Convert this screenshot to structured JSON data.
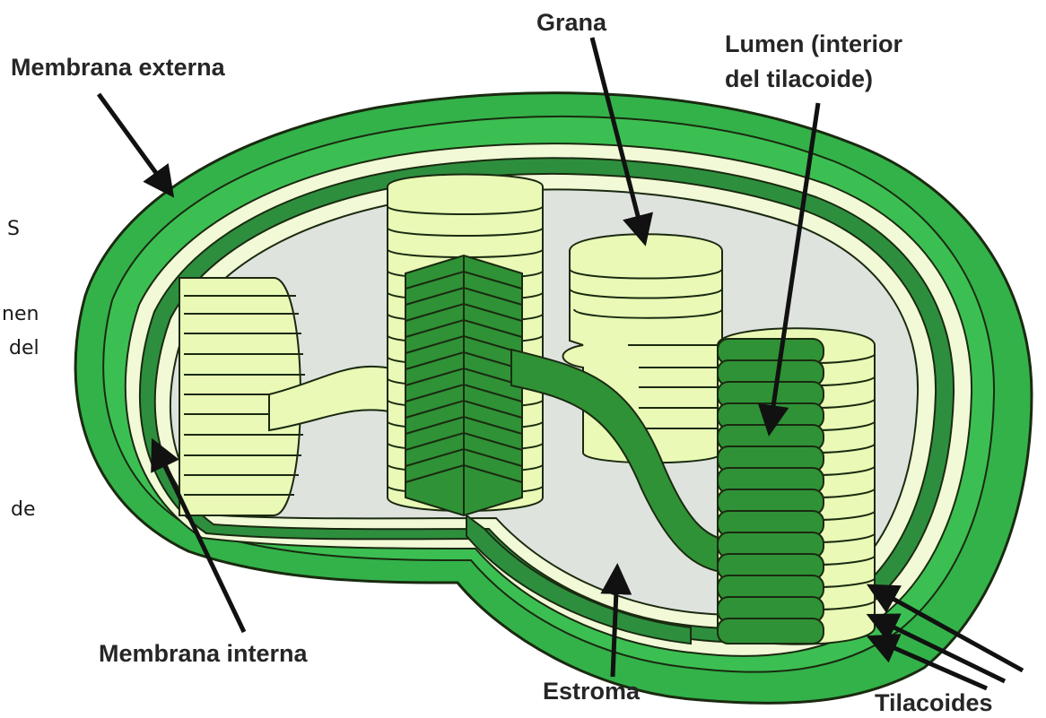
{
  "labels": {
    "outer_membrane": "Membrana externa",
    "grana": "Grana",
    "lumen_line1": "Lumen (interior",
    "lumen_line2": "del tilacoide)",
    "inner_membrane": "Membrana interna",
    "stroma": "Estroma",
    "thylakoids": "Tilacoides"
  },
  "cropped_text": [
    "S",
    "nen",
    "del",
    "de"
  ],
  "colors": {
    "outer_membrane": "#33b24a",
    "inner_membrane": "#2d8f3e",
    "membrane_gap": "#f1f9d6",
    "stroma": "#dfe3de",
    "thylakoid_light": "#eafab6",
    "thylakoid_dark": "#2f9236",
    "outline": "#1a2a10"
  }
}
